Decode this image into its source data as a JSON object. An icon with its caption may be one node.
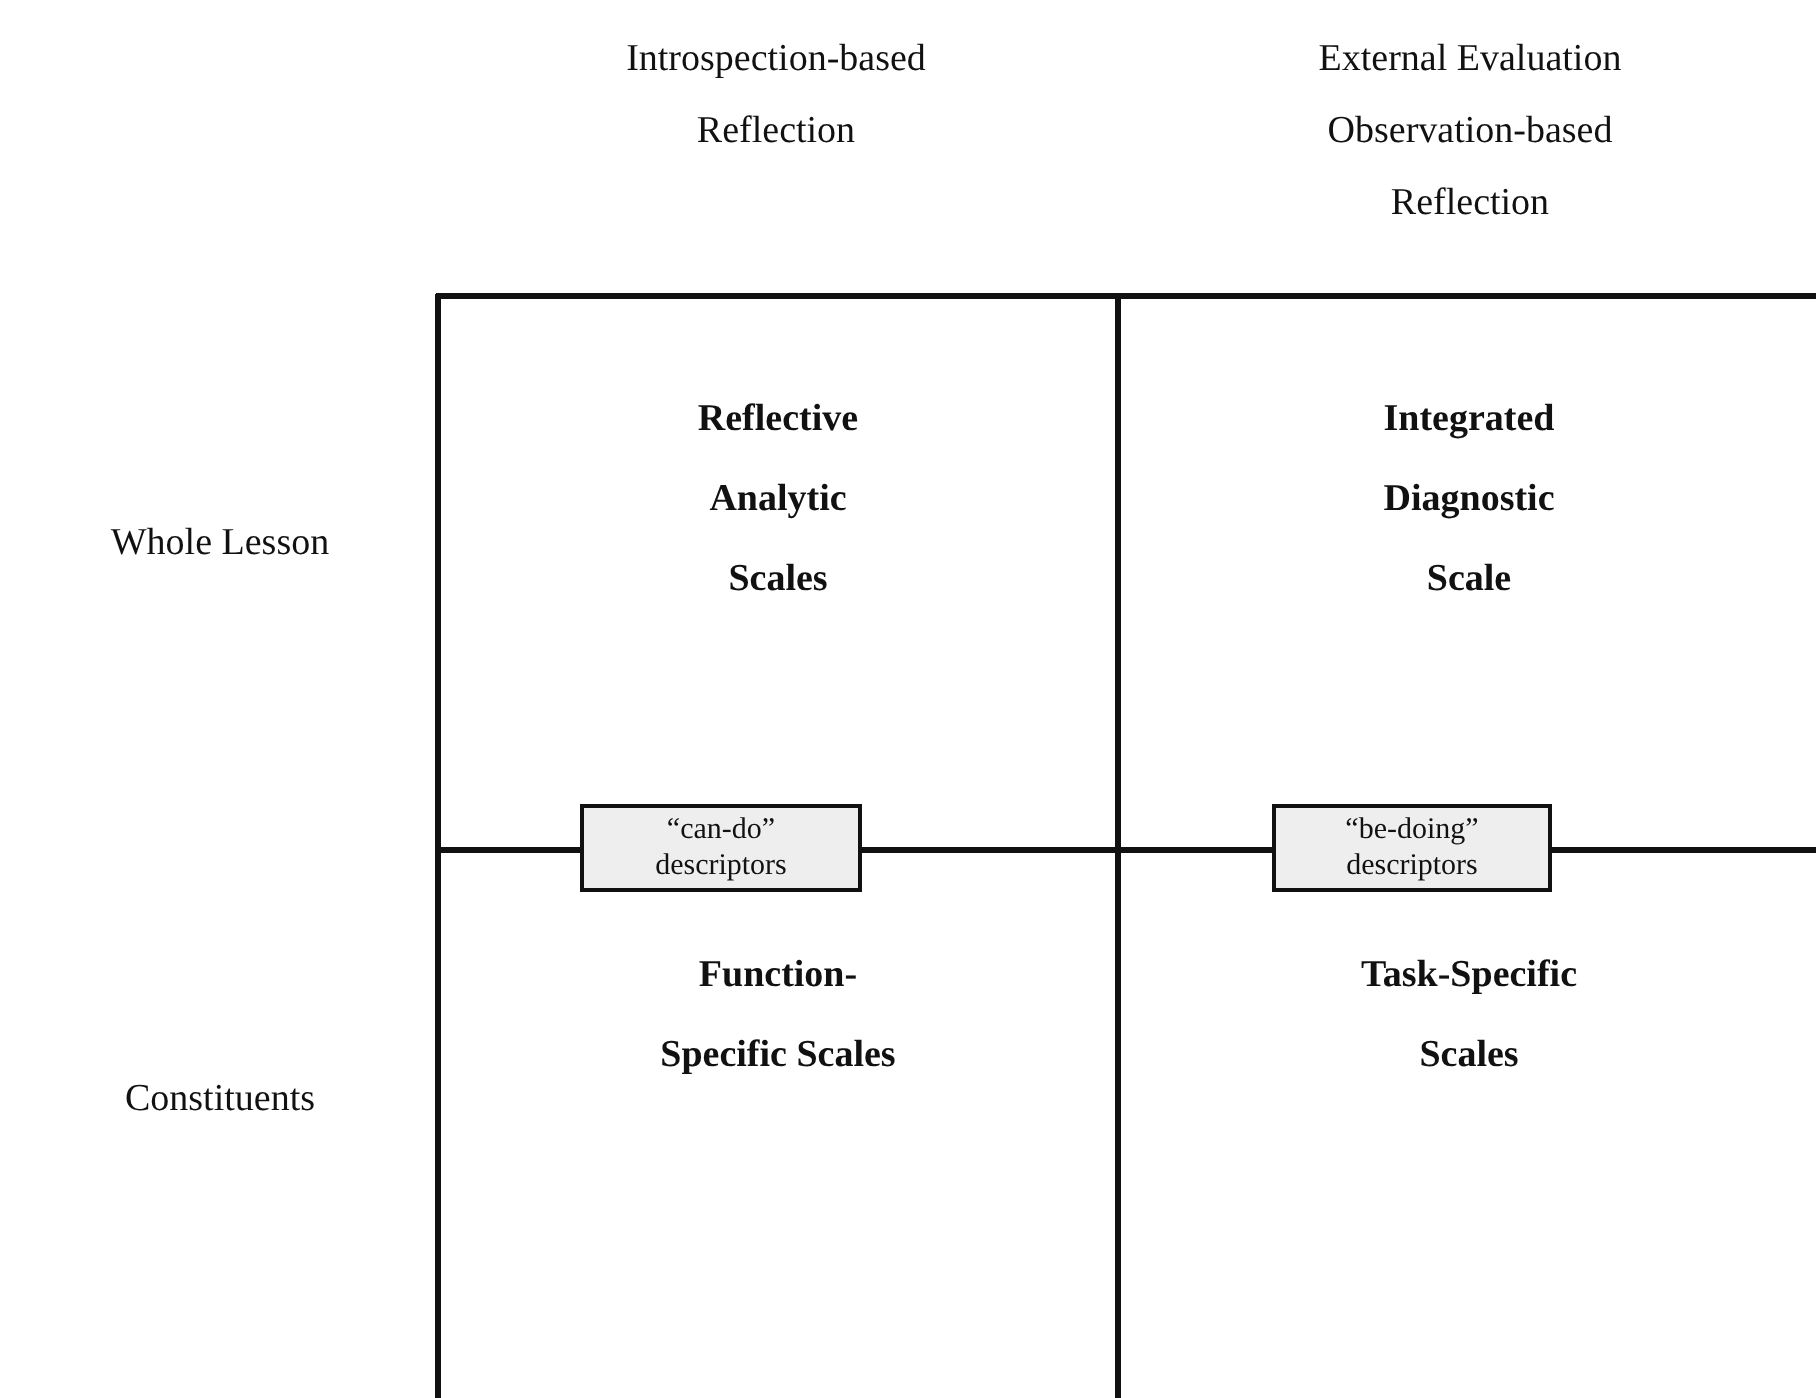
{
  "diagram": {
    "nodes": [
      {
        "text": [
          "Reflective Analytic Scales"
        ]
      },
      {
        "text": [
          "Integrated Diagnostic Scale"
        ]
      },
      {
        "text": [
          "“can-do” descriptors"
        ]
      },
      {
        "text": [
          "“be-doing” descriptors"
        ]
      },
      {
        "text": [
          "Function-Specific Scales"
        ]
      },
      {
        "text": [
          "Task-Specific Scales"
        ]
      }
    ],
    "labels": [
      "Introspection-based Reflection",
      "External Evaluation Observation-based Reflection",
      "Whole Lesson",
      "Constituents"
    ]
  }
}
